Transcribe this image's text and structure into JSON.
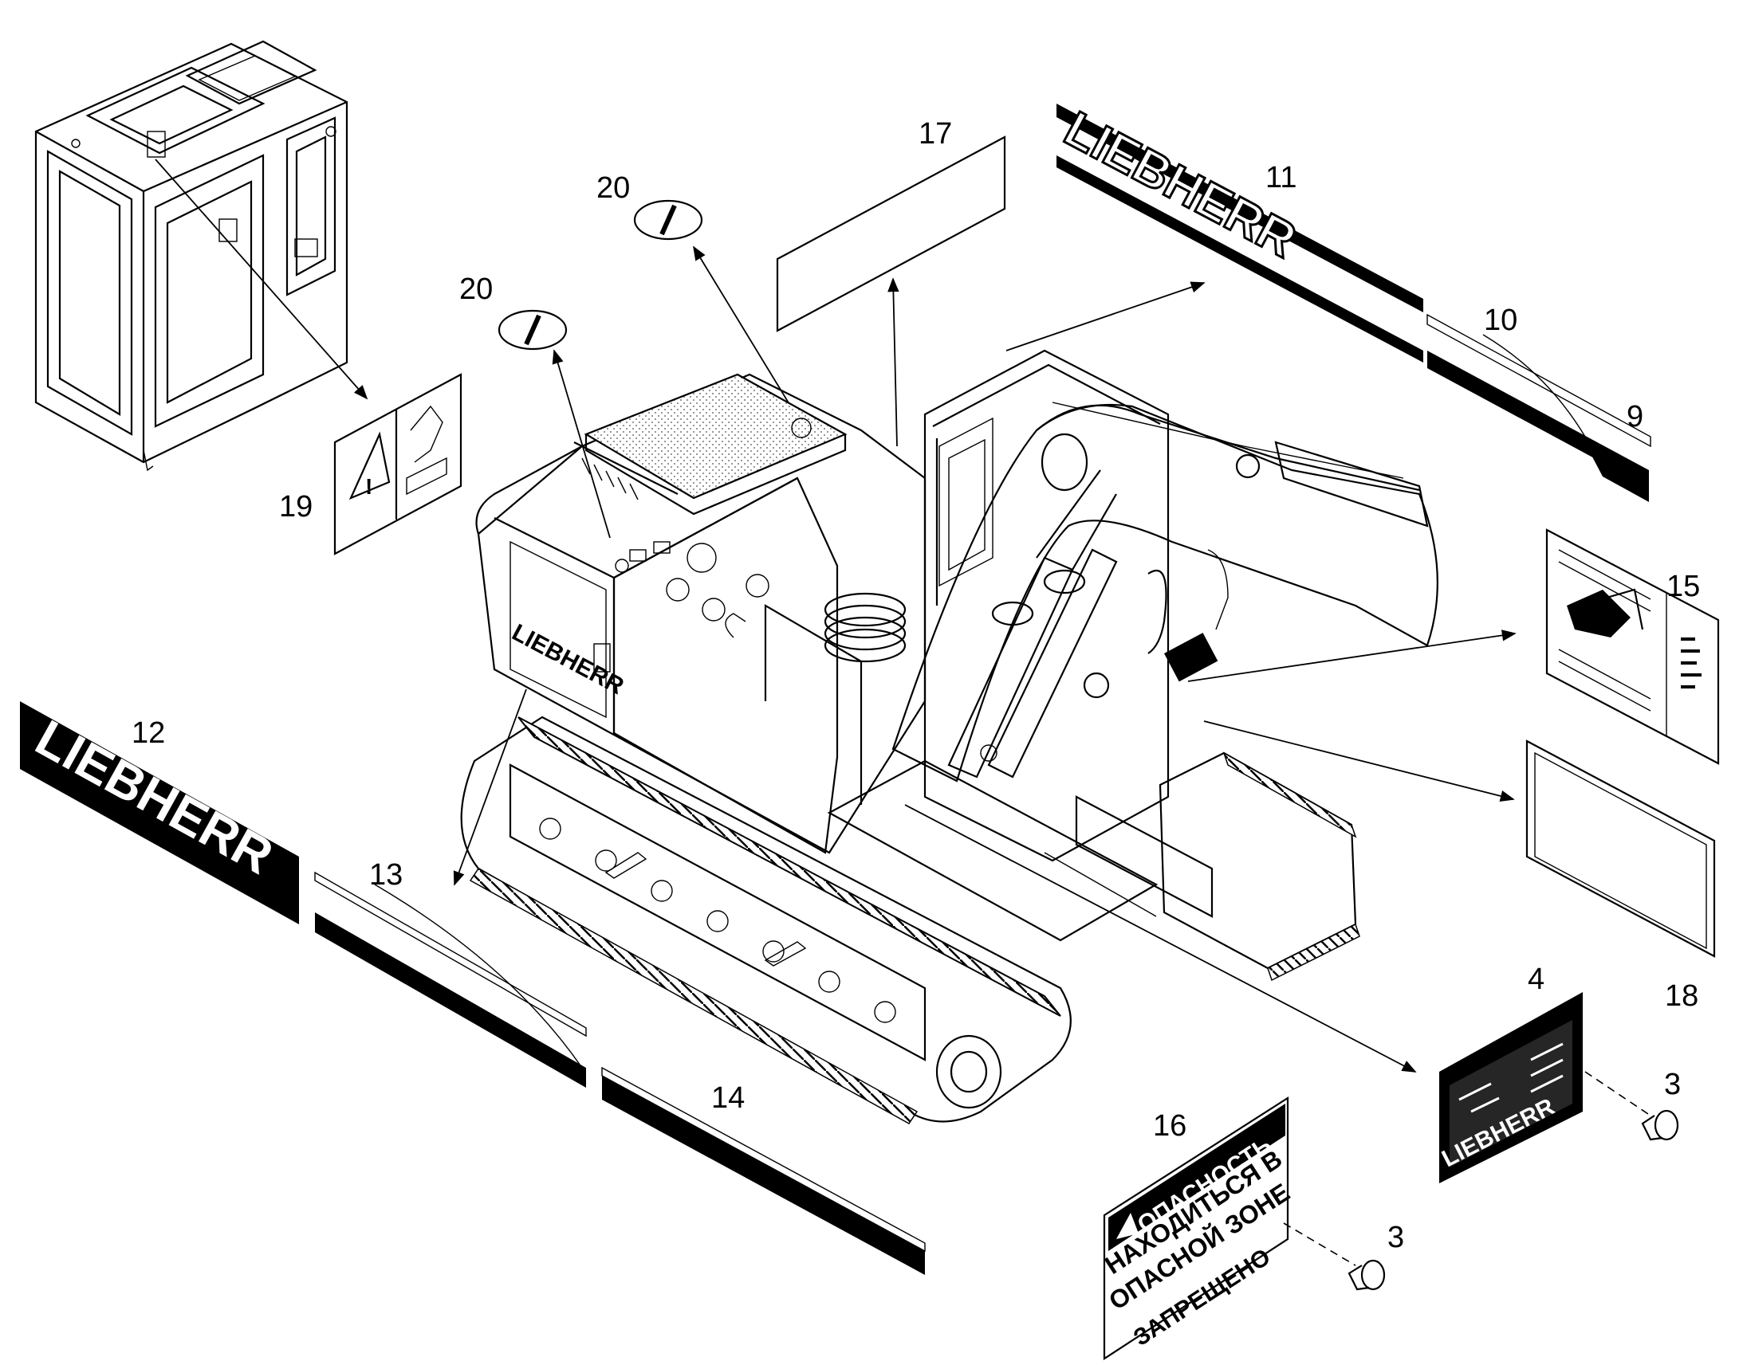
{
  "callouts": {
    "c3a": "3",
    "c3b": "3",
    "c4": "4",
    "c9": "9",
    "c10": "10",
    "c11": "11",
    "c12": "12",
    "c13": "13",
    "c14": "14",
    "c15": "15",
    "c16": "16",
    "c17": "17",
    "c18": "18",
    "c19": "19",
    "c20a": "20",
    "c20b": "20"
  },
  "brand_decal": {
    "text": "LIEBHERR"
  },
  "danger_sign": {
    "header": "ОПАСНОСТЬ",
    "line1": "НАХОДИТЬСЯ В",
    "line2": "ОПАСНОЙ ЗОНЕ",
    "line3": "ЗАПРЕЩЕНО"
  }
}
